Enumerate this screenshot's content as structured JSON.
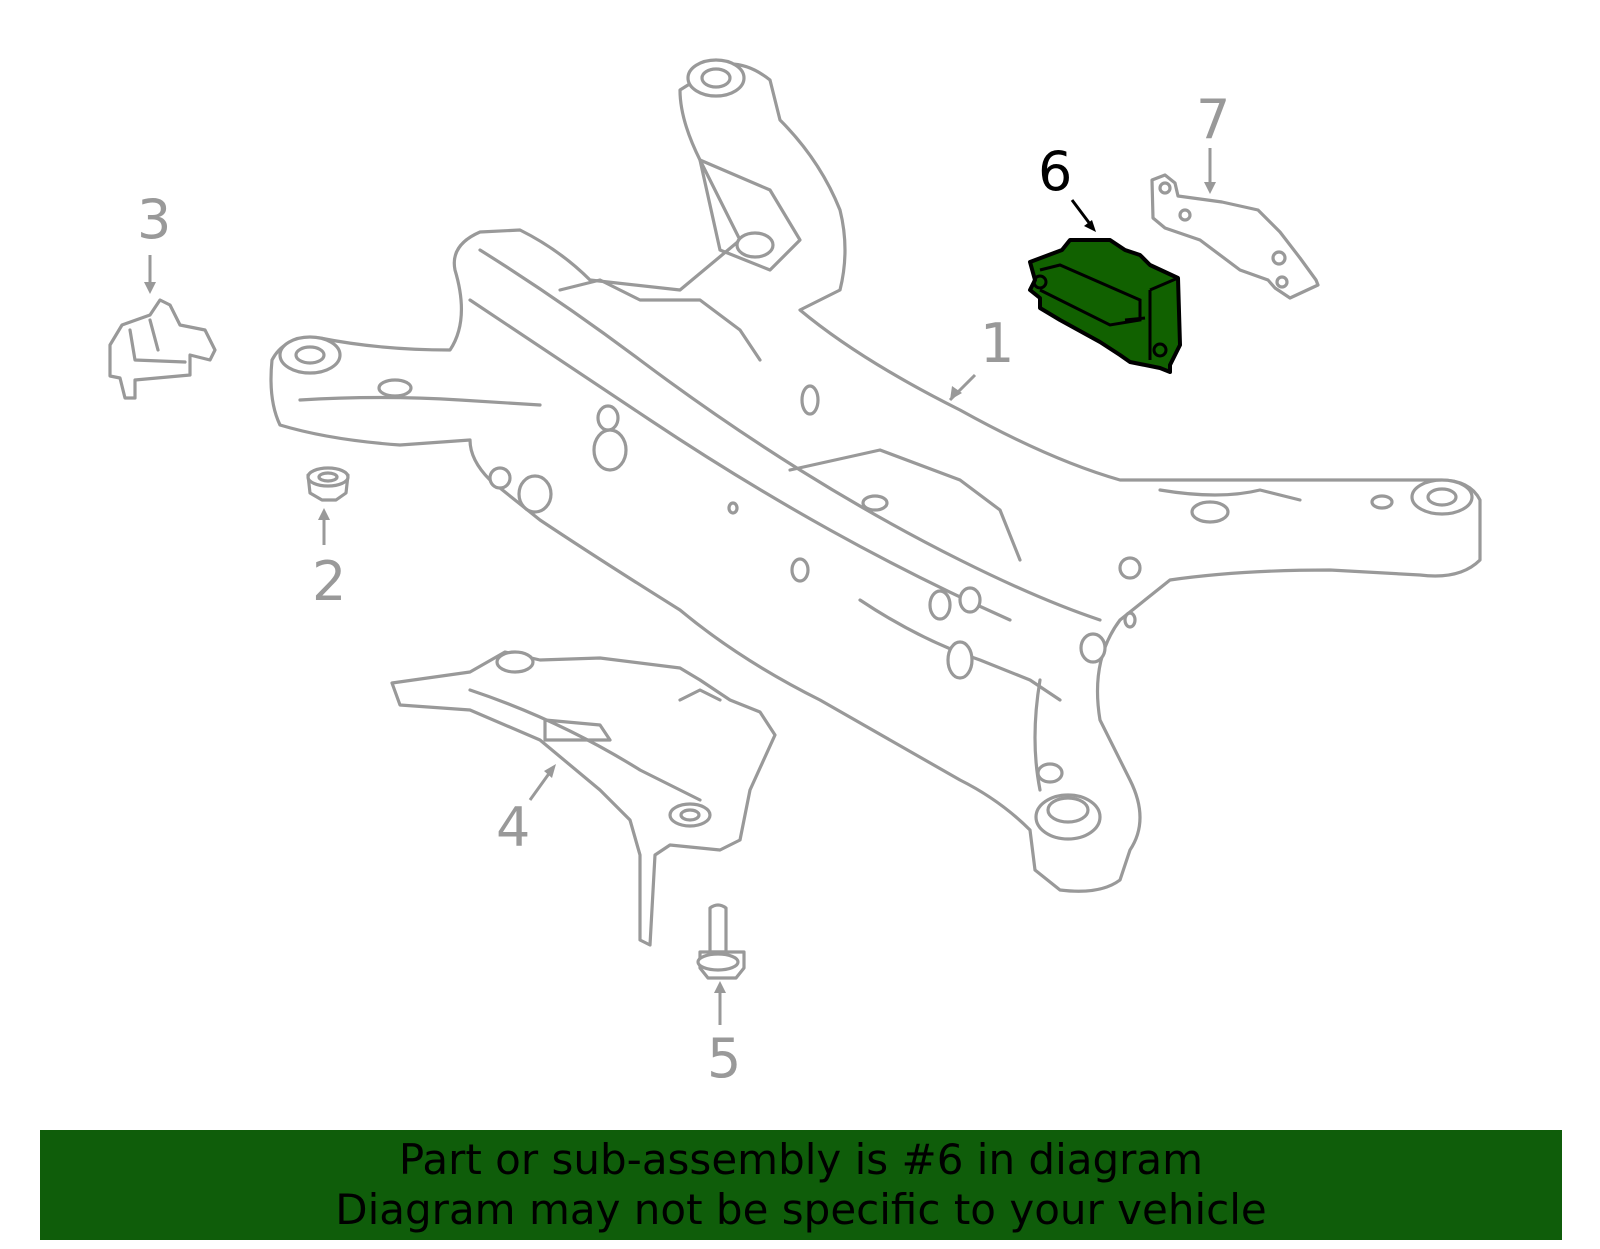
{
  "callouts": [
    {
      "id": "1",
      "label": "1"
    },
    {
      "id": "2",
      "label": "2"
    },
    {
      "id": "3",
      "label": "3"
    },
    {
      "id": "4",
      "label": "4"
    },
    {
      "id": "5",
      "label": "5"
    },
    {
      "id": "6",
      "label": "6"
    },
    {
      "id": "7",
      "label": "7"
    }
  ],
  "highlighted_part": "6",
  "colors": {
    "highlight_fill": "#116100",
    "banner": "#0f5d0a",
    "outline": "#999999"
  },
  "banner": {
    "line1": "Part or sub-assembly is #6 in diagram",
    "line2": "Diagram may not be specific to your vehicle"
  }
}
